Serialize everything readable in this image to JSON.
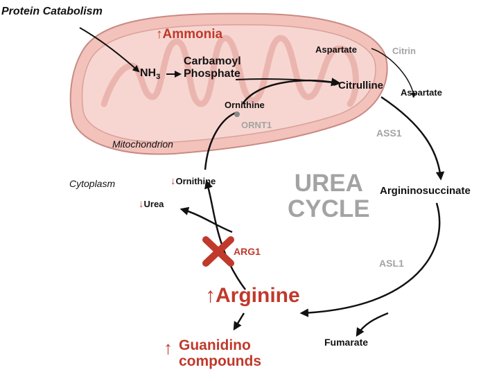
{
  "title": "",
  "colors": {
    "highlight": "#c0392b",
    "enzyme": "#a3a3a3",
    "mito_fill": "#f2c2bb",
    "mito_stroke": "#c98a84"
  },
  "input": {
    "label": "Protein Catabolism"
  },
  "ammonia": {
    "arrow": "↑",
    "label": "Ammonia"
  },
  "nh3": {
    "base": "NH",
    "sub": "3"
  },
  "carbamoyl": {
    "line1": "Carbamoyl",
    "line2": "Phosphate"
  },
  "aspartate_top": "Aspartate",
  "citrin": "Citrin",
  "aspartate_right": "Aspartate",
  "citrulline": "Citrulline",
  "ornithine_mito": "Ornithine",
  "ornt1": "ORNT1",
  "mitochondrion": "Mitochondrion",
  "ass1": "ASS1",
  "cycle_title": {
    "line1": "UREA",
    "line2": "CYCLE"
  },
  "argininosuccinate": "Argininosuccinate",
  "cytoplasm": "Cytoplasm",
  "ornithine_cyto": {
    "arrow": "↓",
    "label": "Ornithine"
  },
  "urea": {
    "arrow": "↓",
    "label": "Urea"
  },
  "arg1": {
    "label": "ARG1",
    "blocked_mark": "✕"
  },
  "asl1": "ASL1",
  "arginine": {
    "arrow": "↑",
    "label": "Arginine"
  },
  "fumarate": "Fumarate",
  "guanidino": {
    "arrow": "↑",
    "line1": "Guanidino",
    "line2": "compounds"
  }
}
